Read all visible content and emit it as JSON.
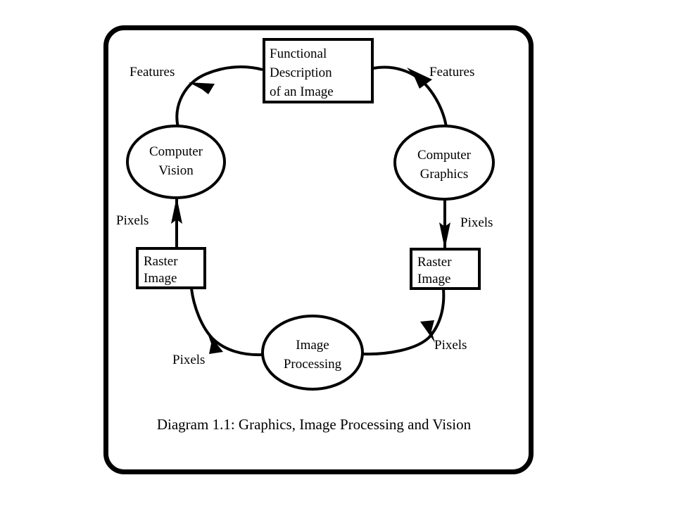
{
  "figure": {
    "caption": "Diagram 1.1: Graphics, Image Processing and Vision",
    "background_color": "#ffffff",
    "ink_color": "#000000"
  },
  "nodes": {
    "functional_description": {
      "shape": "rectangle",
      "line1": "Functional",
      "line2": "Description",
      "line3": "of an Image"
    },
    "computer_vision": {
      "shape": "ellipse",
      "line1": "Computer",
      "line2": "Vision"
    },
    "computer_graphics": {
      "shape": "ellipse",
      "line1": "Computer",
      "line2": "Graphics"
    },
    "raster_image_left": {
      "shape": "rectangle",
      "line1": "Raster",
      "line2": "Image"
    },
    "raster_image_right": {
      "shape": "rectangle",
      "line1": "Raster",
      "line2": "Image"
    },
    "image_processing": {
      "shape": "ellipse",
      "line1": "Image",
      "line2": "Processing"
    }
  },
  "edges": [
    {
      "id": "vision-to-description",
      "label": "Features",
      "from": "computer_vision",
      "to": "functional_description",
      "direction": "up-left-arrowhead"
    },
    {
      "id": "description-to-graphics",
      "label": "Features",
      "from": "functional_description",
      "to": "computer_graphics",
      "direction": "right-arrowhead"
    },
    {
      "id": "raster-left-to-vision",
      "label": "Pixels",
      "from": "raster_image_left",
      "to": "computer_vision",
      "direction": "up-arrowhead"
    },
    {
      "id": "graphics-to-raster-right",
      "label": "Pixels",
      "from": "computer_graphics",
      "to": "raster_image_right",
      "direction": "down-arrowhead"
    },
    {
      "id": "processing-to-raster-left",
      "label": "Pixels",
      "from": "image_processing",
      "to": "raster_image_left",
      "direction": "left-arrowhead"
    },
    {
      "id": "raster-right-to-processing",
      "label": "Pixels",
      "from": "raster_image_right",
      "to": "image_processing",
      "direction": "down-right-arrowhead"
    }
  ]
}
